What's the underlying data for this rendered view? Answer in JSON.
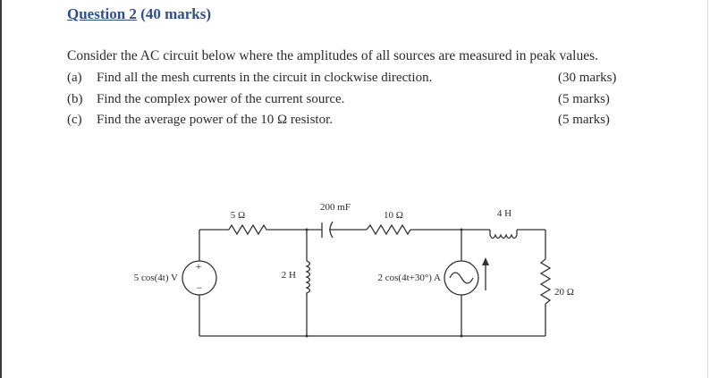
{
  "question": {
    "label": "Question 2",
    "marks_total": "(40 marks)"
  },
  "intro": "Consider the AC circuit below where the amplitudes of all sources are measured in peak values.",
  "parts": [
    {
      "label": "(a)",
      "text": "Find all the mesh currents in the circuit in clockwise direction.",
      "marks": "(30 marks)"
    },
    {
      "label": "(b)",
      "text": "Find the complex power of the current source.",
      "marks": "(5 marks)"
    },
    {
      "label": "(c)",
      "text": "Find the average power of the 10 Ω resistor.",
      "marks": "(5 marks)"
    }
  ],
  "circuit": {
    "voltage_source": "5 cos(4t) V",
    "voltage_polarity_plus": "+",
    "voltage_polarity_minus": "−",
    "resistor_5": "5 Ω",
    "inductor_2h": "2 H",
    "capacitor": "200 mF",
    "resistor_10": "10 Ω",
    "current_source": "2 cos(4t+30°) A",
    "inductor_4h": "4 H",
    "resistor_20": "20 Ω"
  }
}
